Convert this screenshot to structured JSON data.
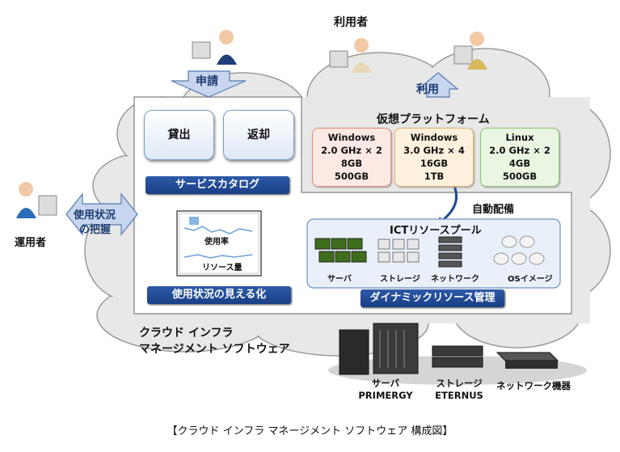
{
  "users_label": "利用者",
  "request_label": "申請",
  "use_label": "利用",
  "virtual_platform_title": "仮想プラットフォーム",
  "platforms": [
    {
      "os": "Windows",
      "cpu": "2.0 GHz × 2",
      "memory": "8GB",
      "disk": "500GB",
      "color": "#fde9e4",
      "border": "#e78a78"
    },
    {
      "os": "Windows",
      "cpu": "3.0 GHz × 4",
      "memory": "16GB",
      "disk": "1TB",
      "color": "#fdf1de",
      "border": "#e7b070"
    },
    {
      "os": "Linux",
      "cpu": "2.0 GHz × 2",
      "memory": "4GB",
      "disk": "500GB",
      "color": "#e9f6e2",
      "border": "#92c47a"
    }
  ],
  "lend_button": "貸出",
  "return_button": "返却",
  "service_catalog": "サービスカタログ",
  "operator_label": "運用者",
  "usage_grasp_line1": "使用状況",
  "usage_grasp_line2": "の把握",
  "usage_rate": "使用率",
  "resource_amount": "リソース量",
  "usage_visualization": "使用状況の見える化",
  "auto_deploy": "自動配備",
  "ict_pool_title": "ICTリソースプール",
  "pool_items": [
    "サーバ",
    "ストレージ",
    "ネットワーク",
    "OSイメージ"
  ],
  "dynamic_resource": "ダイナミックリソース管理",
  "software_line1": "クラウド インフラ",
  "software_line2": "マネージメント ソフトウェア",
  "hardware": [
    {
      "line1": "サーバ",
      "line2": "PRIMERGY"
    },
    {
      "line1": "ストレージ",
      "line2": "ETERNUS"
    },
    {
      "line1": "ネットワーク機器",
      "line2": ""
    }
  ],
  "caption": "【クラウド インフラ マネージメント ソフトウェア 構成図】",
  "colors": {
    "accent_blue": "#1f4b97",
    "arrow_blue": "#c7d6ee",
    "cloud": "#e9e9e9"
  }
}
